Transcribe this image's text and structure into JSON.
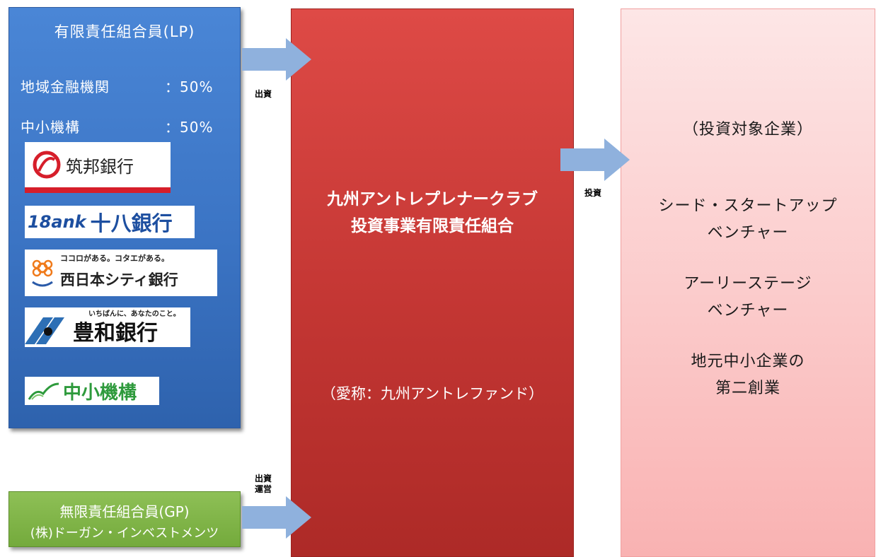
{
  "lp": {
    "title": "有限責任組合員(LP)",
    "rows": [
      {
        "label": "地域金融機関",
        "pct": "：50%"
      },
      {
        "label": "中小機構",
        "pct": "：50%"
      }
    ],
    "logos": {
      "chikuho": "筑邦銀行",
      "juhachi_mark": "18ank",
      "juhachi": "十八銀行",
      "nishinihon_tagline": "ココロがある。コタエがある。",
      "nishinihon": "西日本シティ銀行",
      "howa_tagline": "いちばんに、あなたのこと。",
      "howa": "豊和銀行",
      "smrj": "中小機構"
    }
  },
  "gp": {
    "line1": "無限責任組合員(GP)",
    "line2": "(株)ドーガン・インベストメンツ"
  },
  "fund": {
    "name1": "九州アントレプレナークラブ",
    "name2": "投資事業有限責任組合",
    "nickname": "（愛称：九州アントレファンド）"
  },
  "target": {
    "heading": "（投資対象企業）",
    "item1_l1": "シード・スタートアップ",
    "item1_l2": "ベンチャー",
    "item2_l1": "アーリーステージ",
    "item2_l2": "ベンチャー",
    "item3_l1": "地元中小企業の",
    "item3_l2": "第二創業"
  },
  "arrows": {
    "lp_label": "出資",
    "invest_label": "投資",
    "gp_label1": "出資",
    "gp_label2": "運営"
  },
  "colors": {
    "lp": "#3b74c4",
    "gp": "#74aa3c",
    "fund": "#c33633",
    "target": "#fbcaca",
    "arrow": "#8fb1dd"
  }
}
